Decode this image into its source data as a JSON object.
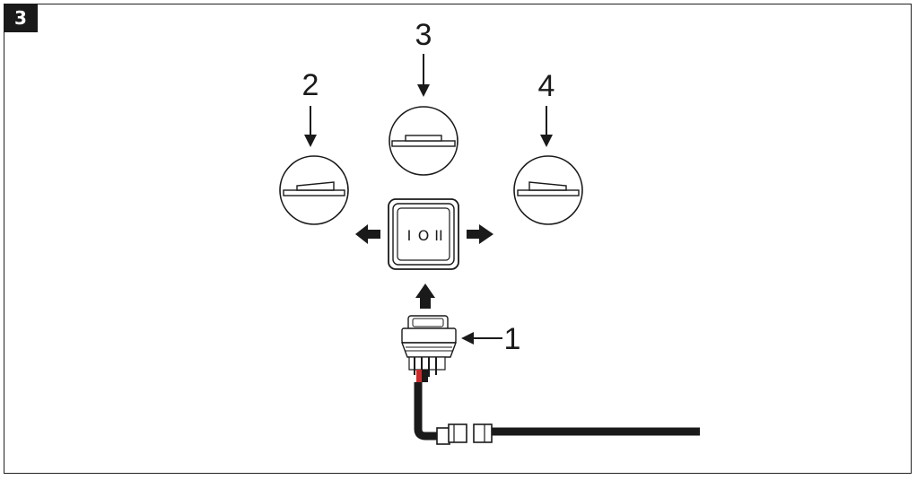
{
  "figure": {
    "number": "3"
  },
  "callouts": {
    "one": "1",
    "two": "2",
    "three": "3",
    "four": "4"
  },
  "switch_face": {
    "symbol_left": "I",
    "symbol_mid": "O",
    "symbol_right": "II"
  },
  "colors": {
    "ink": "#1a1a1a",
    "wire_red": "#cc2a2a",
    "background": "#ffffff"
  }
}
